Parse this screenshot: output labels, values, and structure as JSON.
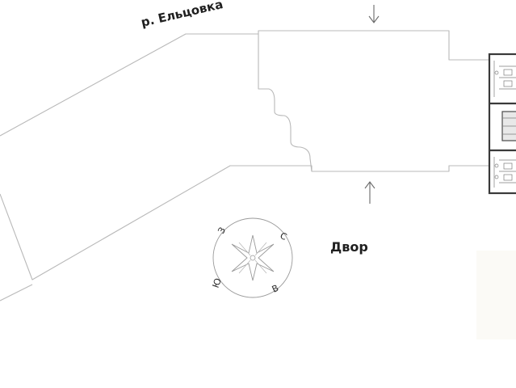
{
  "labels": {
    "river": "р. Ельцовка",
    "yard": "Двор"
  },
  "compass": {
    "north": "С",
    "east": "В",
    "south": "Ю",
    "west": "З"
  },
  "colors": {
    "outline": "#b9b9b9",
    "text": "#1f1f1f",
    "building": "#3a3a3a",
    "star": "#9a9a9a"
  }
}
